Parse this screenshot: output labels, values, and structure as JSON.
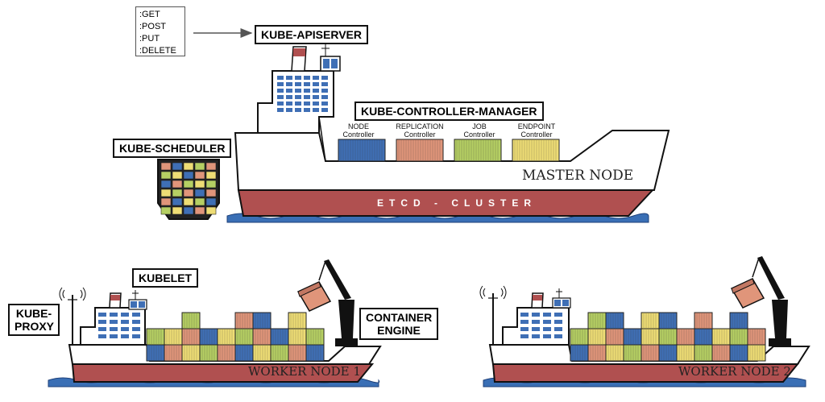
{
  "http_methods": [
    ":GET",
    ":POST",
    ":PUT",
    ":DELETE"
  ],
  "labels": {
    "apiserver": "KUBE-APISERVER",
    "controller_manager": "KUBE-CONTROLLER-MANAGER",
    "scheduler": "KUBE-SCHEDULER",
    "kubelet": "KUBELET",
    "proxy": "KUBE-PROXY",
    "container_engine": "CONTAINER ENGINE"
  },
  "controllers": [
    {
      "name": "NODE",
      "sub": "Controller",
      "color": "#3f6fb5"
    },
    {
      "name": "REPLICATION",
      "sub": "Controller",
      "color": "#e0957a"
    },
    {
      "name": "JOB",
      "sub": "Controller",
      "color": "#b5cf63"
    },
    {
      "name": "ENDPOINT",
      "sub": "Controller",
      "color": "#eedd75"
    }
  ],
  "ships": {
    "master": {
      "name": "MASTER NODE",
      "keel": "ETCD - CLUSTER"
    },
    "worker1": {
      "name": "WORKER NODE 1"
    },
    "worker2": {
      "name": "WORKER NODE 2"
    }
  },
  "colors": {
    "hull_red": "#b05050",
    "sea_blue": "#3a6fb5",
    "container_blue": "#3f6fb5",
    "container_orange": "#e0957a",
    "container_green": "#b5cf63",
    "container_yellow": "#eedd75"
  }
}
